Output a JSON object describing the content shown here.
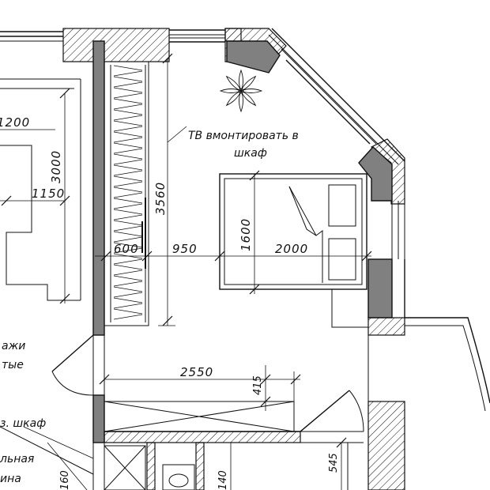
{
  "labels": {
    "tv_note_line1": "ТВ вмонтировать в",
    "tv_note_line2": "шкаф",
    "left_note_line1": "ажи",
    "left_note_line2": "тые",
    "wardrobe_note": "з. шкаф",
    "bath_note_line1": "льная",
    "bath_note_line2": "ина"
  },
  "dimensions": {
    "d_1200": "1200",
    "d_3000": "3000",
    "d_1150": "1150",
    "d_3560": "3560",
    "d_600": "600",
    "d_950": "950",
    "d_1600": "1600",
    "d_2000": "2000",
    "d_2550": "2550",
    "d_415": "415",
    "d_160": "160",
    "d_140": "140",
    "d_545": "545"
  },
  "colors": {
    "line": "#111111",
    "wall_fill": "#808080",
    "background": "#ffffff"
  }
}
